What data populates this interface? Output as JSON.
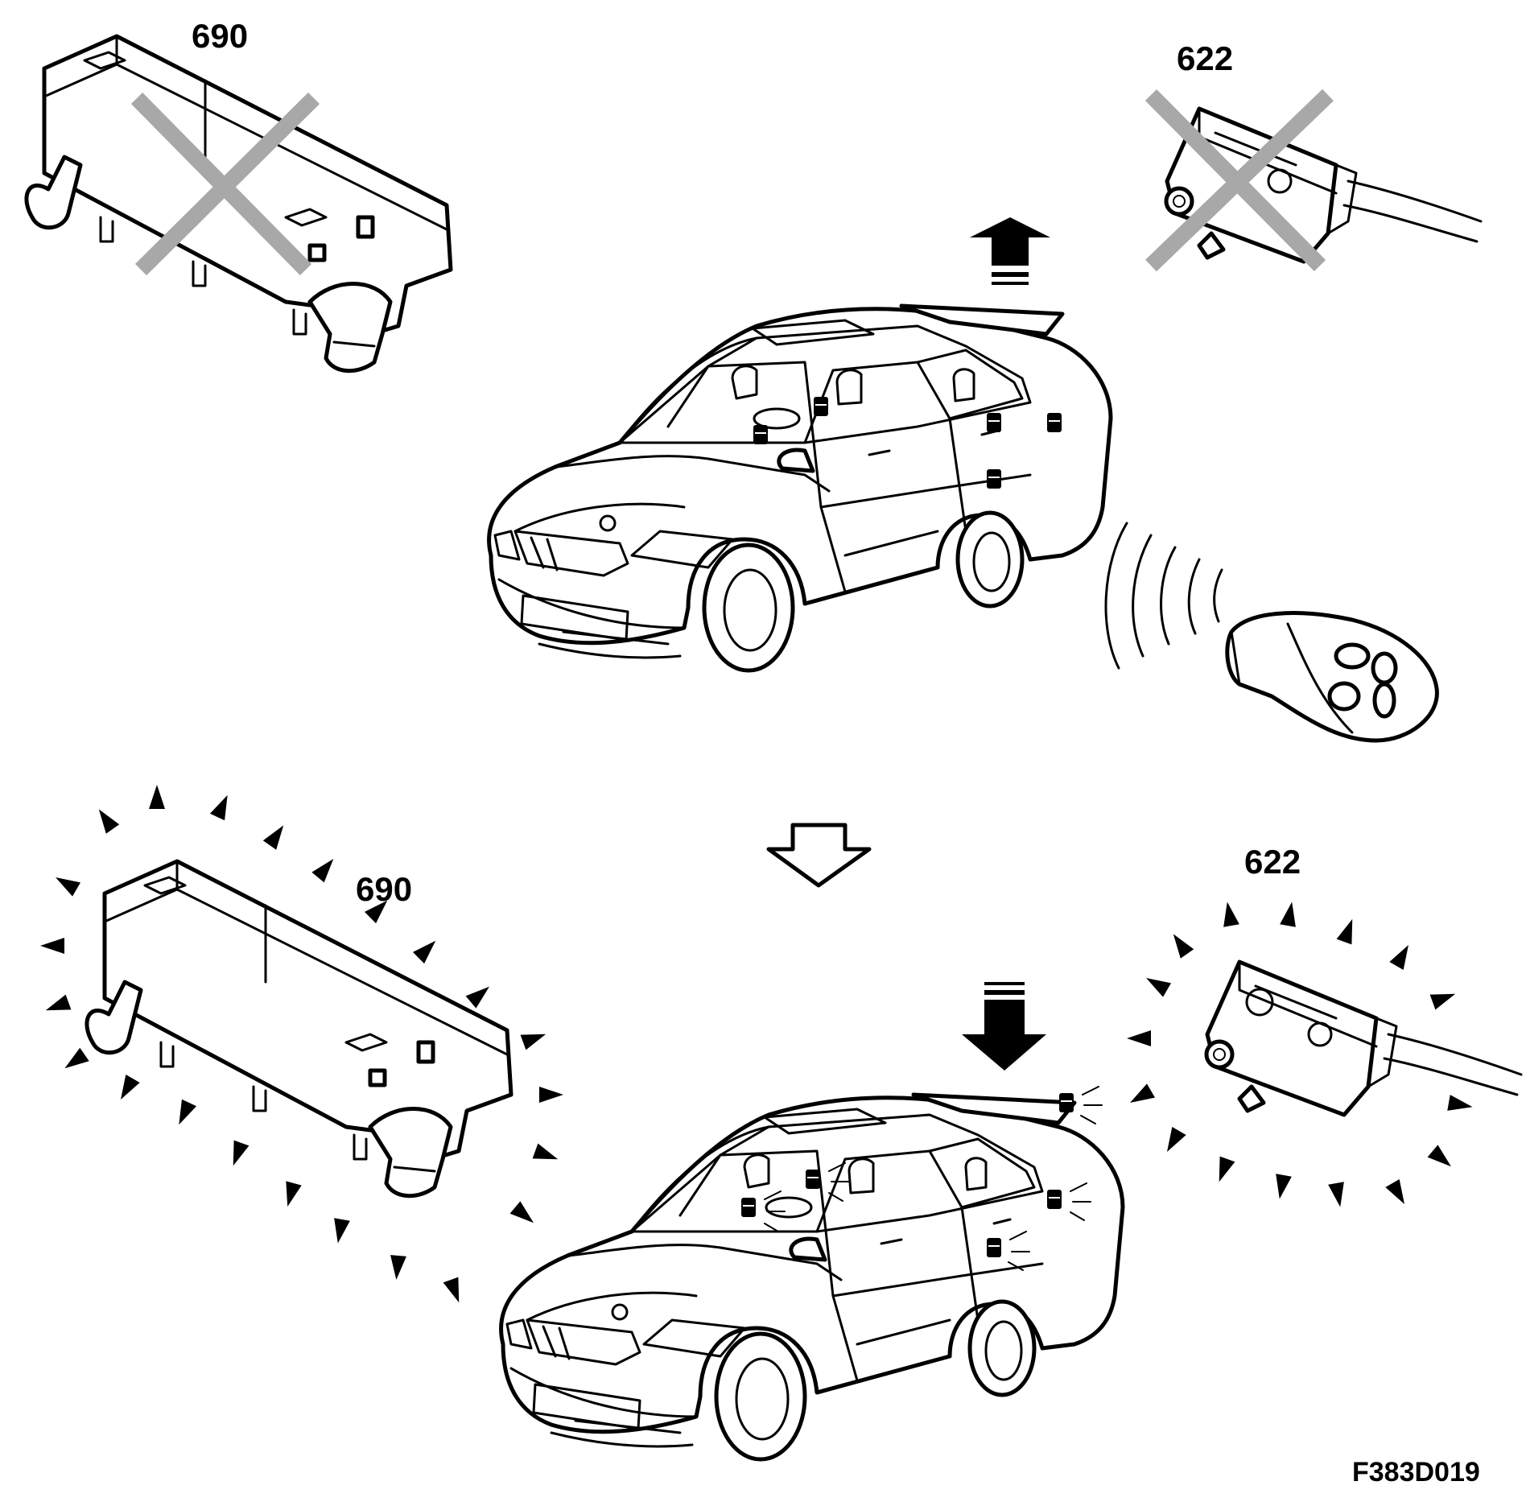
{
  "labels": {
    "module_690_top": "690",
    "module_622_top": "622",
    "module_690_bottom": "690",
    "module_622_bottom": "622",
    "figure_code": "F383D019"
  },
  "colors": {
    "line": "#000000",
    "cross": "#a8a8a8",
    "background": "#ffffff"
  },
  "icons": {
    "up_arrow": "up-arrow-icon",
    "down_arrow": "down-arrow-icon",
    "transition_arrow": "hollow-down-arrow-icon",
    "disabled_marker": "cross-out-icon",
    "remote_key": "remote-key-fob-icon",
    "signal_waves": "radio-signal-icon"
  }
}
